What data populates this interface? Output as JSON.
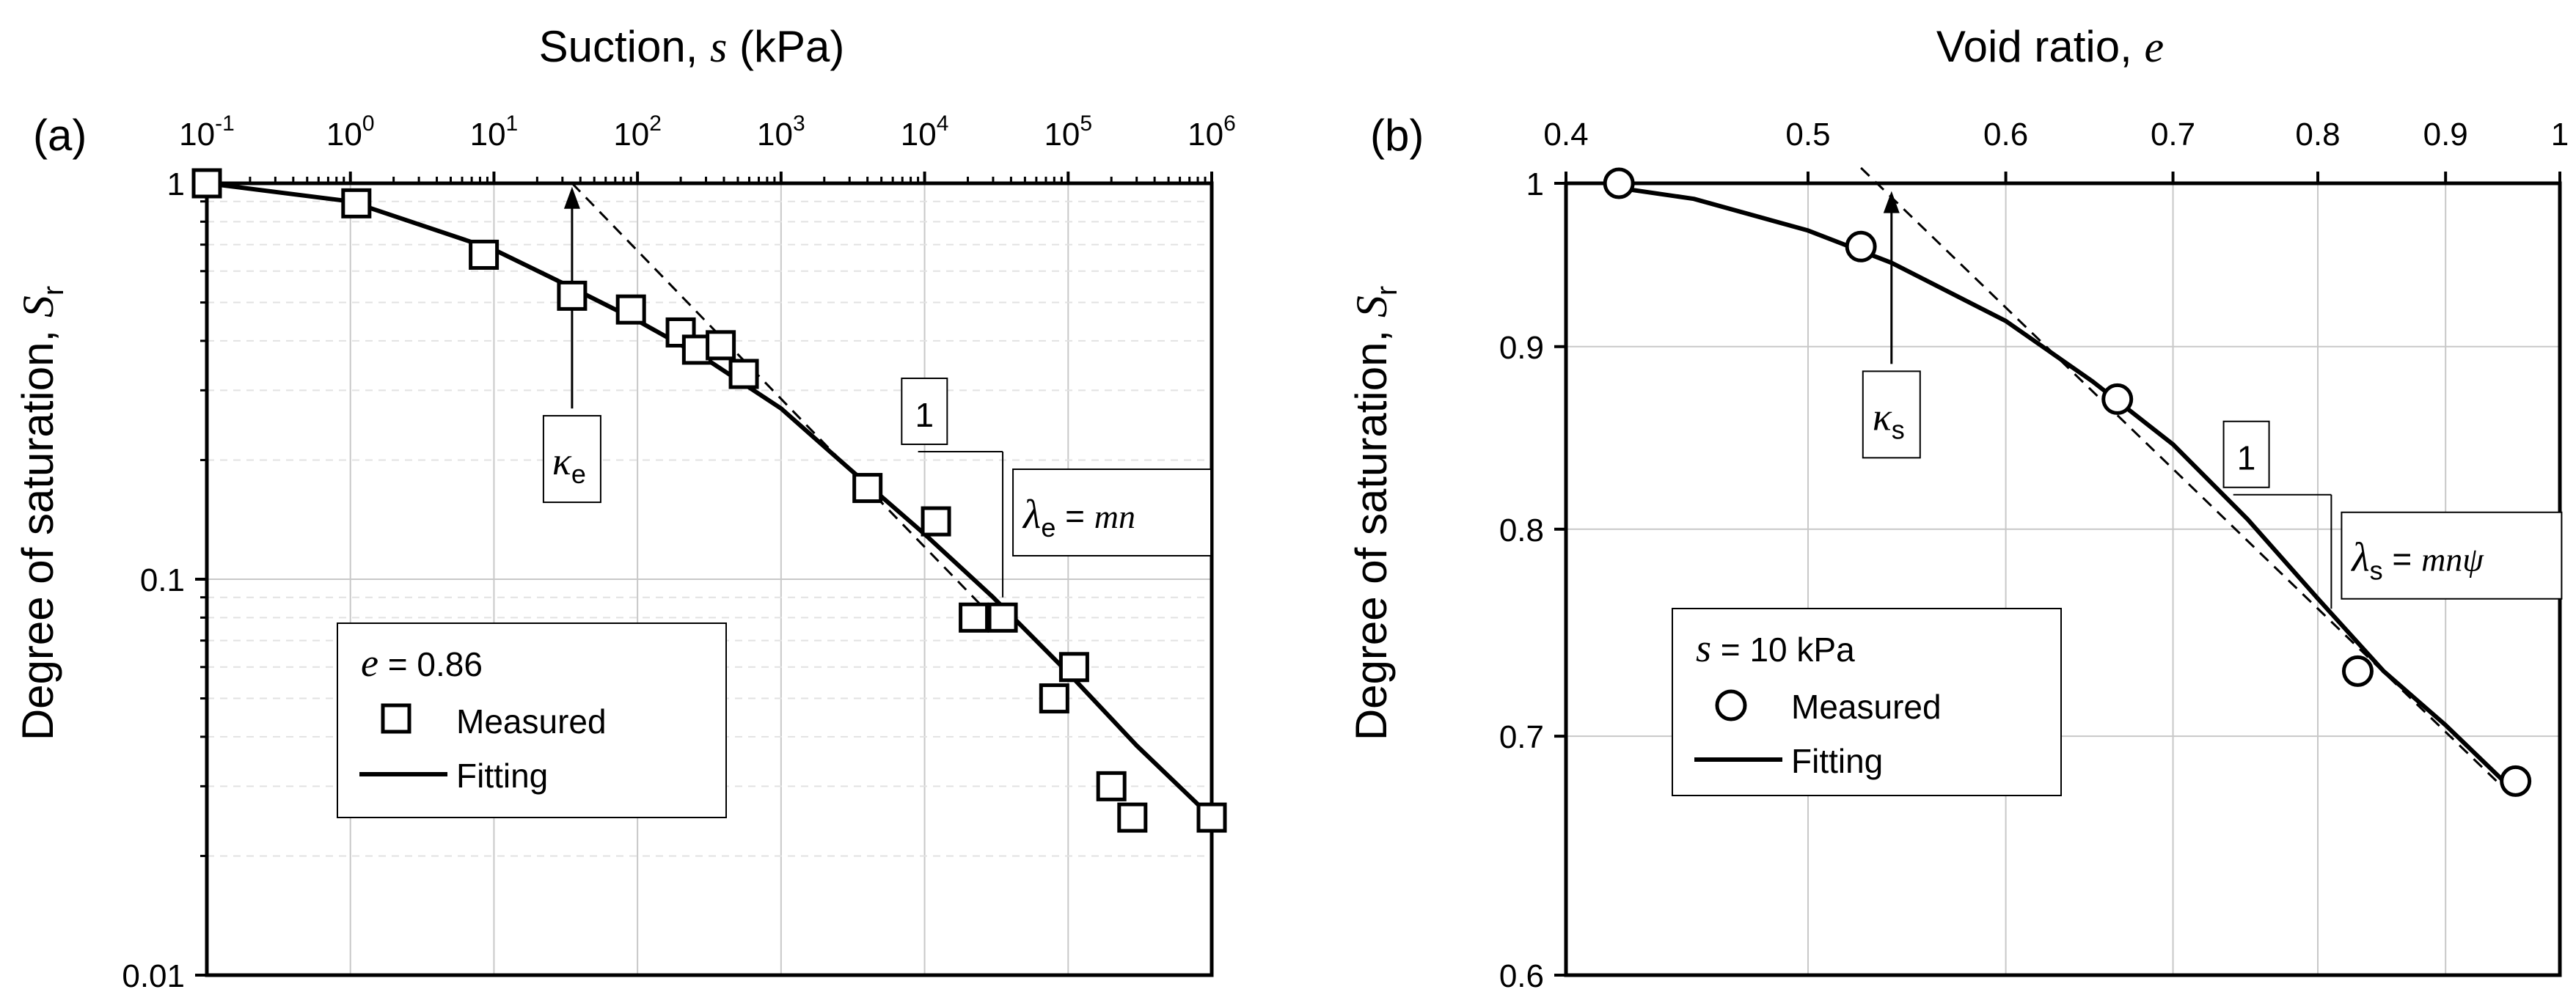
{
  "chart_data": [
    {
      "panel": "(a)",
      "type": "scatter",
      "xlabel": {
        "pre": "Suction, ",
        "sym": "s",
        "post": " (kPa)"
      },
      "ylabel": {
        "pre": "Degree of saturation, ",
        "sym": "S",
        "sub": "r"
      },
      "xscale": "log",
      "yscale": "log",
      "xlim": [
        0.1,
        1000000
      ],
      "ylim": [
        0.01,
        1
      ],
      "x_axis_position": "top",
      "grid": true,
      "x_ticks": [
        {
          "value": 0.1,
          "base": "10",
          "exp": "-1"
        },
        {
          "value": 1,
          "base": "10",
          "exp": "0"
        },
        {
          "value": 10,
          "base": "10",
          "exp": "1"
        },
        {
          "value": 100,
          "base": "10",
          "exp": "2"
        },
        {
          "value": 1000,
          "base": "10",
          "exp": "3"
        },
        {
          "value": 10000,
          "base": "10",
          "exp": "4"
        },
        {
          "value": 100000,
          "base": "10",
          "exp": "5"
        },
        {
          "value": 1000000,
          "base": "10",
          "exp": "6"
        }
      ],
      "y_ticks": [
        {
          "value": 0.01,
          "label": "0.01"
        },
        {
          "value": 0.1,
          "label": "0.1"
        },
        {
          "value": 1,
          "label": "1"
        }
      ],
      "series": [
        {
          "name": "Measured",
          "marker": "square",
          "points": [
            [
              0.1,
              1.0
            ],
            [
              1.1,
              0.89
            ],
            [
              8.5,
              0.66
            ],
            [
              35,
              0.52
            ],
            [
              90,
              0.48
            ],
            [
              200,
              0.42
            ],
            [
              260,
              0.38
            ],
            [
              380,
              0.39
            ],
            [
              550,
              0.33
            ],
            [
              4000,
              0.17
            ],
            [
              12000,
              0.14
            ],
            [
              22000,
              0.08
            ],
            [
              35000,
              0.08
            ],
            [
              80000,
              0.05
            ],
            [
              110000,
              0.06
            ],
            [
              200000,
              0.03
            ],
            [
              280000,
              0.025
            ],
            [
              1000000,
              0.025
            ]
          ]
        },
        {
          "name": "Fitting",
          "style": "solid",
          "points": [
            [
              0.1,
              1.0
            ],
            [
              1,
              0.9
            ],
            [
              10,
              0.68
            ],
            [
              30,
              0.56
            ],
            [
              100,
              0.45
            ],
            [
              300,
              0.36
            ],
            [
              1000,
              0.27
            ],
            [
              3000,
              0.19
            ],
            [
              10000,
              0.13
            ],
            [
              30000,
              0.09
            ],
            [
              100000,
              0.058
            ],
            [
              300000,
              0.038
            ],
            [
              1000000,
              0.025
            ]
          ]
        }
      ],
      "tangent_line": [
        [
          35,
          1.0
        ],
        [
          30000,
          0.08
        ]
      ],
      "kappa_arrow": {
        "x": 35,
        "y_from": 0.27,
        "y_to": 0.98
      },
      "kappa_label": {
        "sym": "κ",
        "sub": "e"
      },
      "slope_one": "1",
      "lambda_label": {
        "sym": "λ",
        "sub": "e",
        "eq": " = ",
        "rhs": "mn"
      },
      "legend": {
        "header_sym": "e",
        "header_rest": " = 0.86",
        "measured": "Measured",
        "fitting": "Fitting"
      }
    },
    {
      "panel": "(b)",
      "type": "scatter",
      "xlabel": {
        "pre": "Void ratio, ",
        "sym": "e",
        "post": ""
      },
      "ylabel": {
        "pre": "Degree of saturation, ",
        "sym": "S",
        "sub": "r"
      },
      "xscale": "log",
      "yscale": "log",
      "xlim": [
        0.4,
        1.0
      ],
      "ylim": [
        0.6,
        1.0
      ],
      "x_axis_position": "top",
      "grid": true,
      "x_ticks": [
        {
          "value": 0.4,
          "label": "0.4"
        },
        {
          "value": 0.5,
          "label": "0.5"
        },
        {
          "value": 0.6,
          "label": "0.6"
        },
        {
          "value": 0.7,
          "label": "0.7"
        },
        {
          "value": 0.8,
          "label": "0.8"
        },
        {
          "value": 0.9,
          "label": "0.9"
        },
        {
          "value": 1.0,
          "label": "1"
        }
      ],
      "y_ticks": [
        {
          "value": 0.6,
          "label": "0.6"
        },
        {
          "value": 0.7,
          "label": "0.7"
        },
        {
          "value": 0.8,
          "label": "0.8"
        },
        {
          "value": 0.9,
          "label": "0.9"
        },
        {
          "value": 1.0,
          "label": "1"
        }
      ],
      "series": [
        {
          "name": "Measured",
          "marker": "circle",
          "points": [
            [
              0.42,
              1.0
            ],
            [
              0.525,
              0.96
            ],
            [
              0.665,
              0.87
            ],
            [
              0.83,
              0.73
            ],
            [
              0.96,
              0.68
            ]
          ]
        },
        {
          "name": "Fitting",
          "style": "solid",
          "points": [
            [
              0.42,
              0.997
            ],
            [
              0.45,
              0.99
            ],
            [
              0.5,
              0.97
            ],
            [
              0.54,
              0.95
            ],
            [
              0.6,
              0.915
            ],
            [
              0.65,
              0.88
            ],
            [
              0.7,
              0.845
            ],
            [
              0.75,
              0.805
            ],
            [
              0.8,
              0.765
            ],
            [
              0.85,
              0.73
            ],
            [
              0.9,
              0.705
            ],
            [
              0.96,
              0.675
            ]
          ]
        }
      ],
      "tangent_line": [
        [
          0.525,
          1.01
        ],
        [
          0.96,
          0.672
        ]
      ],
      "kappa_arrow": {
        "x": 0.54,
        "y_from": 0.89,
        "y_to": 0.995
      },
      "kappa_label": {
        "sym": "κ",
        "sub": "s"
      },
      "slope_one": "1",
      "lambda_label": {
        "sym": "λ",
        "sub": "s",
        "eq": " = ",
        "rhs": "mnψ"
      },
      "legend": {
        "header_sym": "s",
        "header_rest": " = 10 kPa",
        "measured": "Measured",
        "fitting": "Fitting"
      }
    }
  ]
}
